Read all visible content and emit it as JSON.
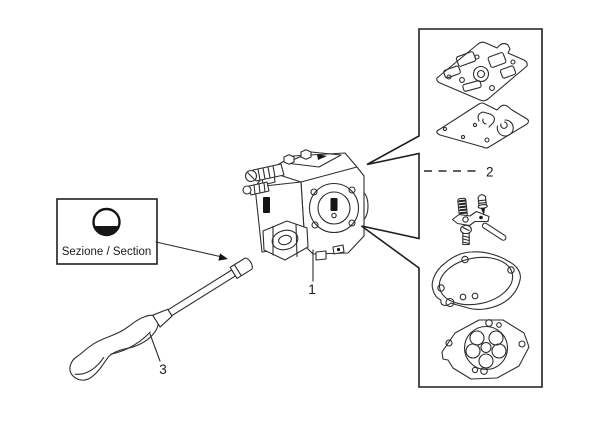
{
  "figure": {
    "background_color": "#ffffff",
    "line_color": "#2e2e2e",
    "border_color": "#1f1f1f",
    "text_color": "#1a1a1a",
    "section_box_label": "Sezione / Section",
    "section_symbol": "circle-section-symbol",
    "callouts": {
      "carburetor": "1",
      "repair_kit": "2",
      "tool": "3"
    },
    "drawings": {
      "main": "carburetor-drawing",
      "tool": "screwdriver-drawing",
      "kit_items": [
        "metering-gasket",
        "metering-diaphragm",
        "spring",
        "inlet-needle",
        "metering-lever",
        "lever-pin",
        "lever-screw",
        "pump-gasket",
        "pump-diaphragm"
      ]
    }
  }
}
